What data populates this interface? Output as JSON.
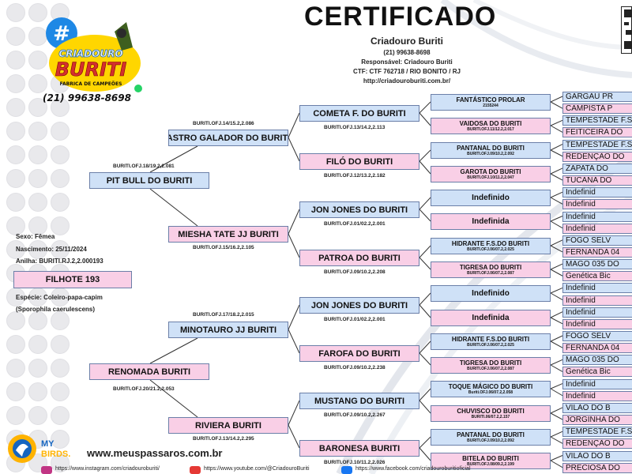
{
  "header": {
    "title": "CERTIFICADO",
    "breeder": "Criadouro Buriti",
    "phone": "(21) 99638-8698",
    "responsible": "Responsável: Criadouro Buriti",
    "ctf": "CTF: CTF 762718 / RIO BONITO / RJ",
    "url": "http://criadouroburiti.com.br/"
  },
  "logo": {
    "line1": "CRIADOURO",
    "line2": "BURITI",
    "line3": "FABRICA DE CAMPEÕES",
    "phone": "(21) 99638-8698",
    "hash": "#"
  },
  "bird": {
    "sex": "Sexo: Fêmea",
    "birth": "Nascimento: 25/11/2024",
    "ring": "Anilha: BURITI.RJ.2,2.000193",
    "name": "FILHOTE 193",
    "species": "Espécie: Coleiro-papa-capim",
    "scientific": "(Sporophila caerulescens)"
  },
  "gen1": [
    {
      "name": "PIT BULL DO BURITI",
      "reg": "BURITI.OFJ.18/19.2,2.081"
    },
    {
      "name": "RENOMADA BURITI",
      "reg": "BURITI.OFJ.20/21.2,2.053"
    }
  ],
  "gen2": [
    {
      "name": "ASTRO GALADOR DO BURITI",
      "reg": "BURITI.OFJ.14/15.2,2.086"
    },
    {
      "name": "MIESHA TATE JJ BURITI",
      "reg": "BURITI.OFJ.15/16.2,2.105"
    },
    {
      "name": "MINOTAURO JJ BURITI",
      "reg": "BURITI.OFJ.17/18.2,2.015"
    },
    {
      "name": "RIVIERA BURITI",
      "reg": "BURITI.OFJ.13/14.2,2.295"
    }
  ],
  "gen3": [
    {
      "name": "COMETA F. DO BURITI",
      "reg": "BURITI.OFJ.13/14.2,2.113"
    },
    {
      "name": "FILÓ DO BURITI",
      "reg": "BURITI.OFJ.12/13.2,2.182"
    },
    {
      "name": "JON JONES DO BURITI",
      "reg": "BURITI.OFJ.01/02.2,2.001"
    },
    {
      "name": "PATROA DO BURITI",
      "reg": "BURITI.OFJ.09/10.2,2.208"
    },
    {
      "name": "JON JONES DO BURITI",
      "reg": "BURITI.OFJ.01/02.2,2.001"
    },
    {
      "name": "FAROFA DO BURITI",
      "reg": "BURITI.OFJ.09/10.2,2.238"
    },
    {
      "name": "MUSTANG DO BURITI",
      "reg": "BURITI.OFJ.09/10.2,2.267"
    },
    {
      "name": "BARONESA BURITI",
      "reg": "BURITI.OFJ.10/11.2,2.026"
    }
  ],
  "gen4": [
    {
      "name": "FANTÁSTICO PROLAR",
      "reg": "2155244"
    },
    {
      "name": "VAIDOSA DO BURITI",
      "reg": "BURITI.OFJ.11/12.2,2.017"
    },
    {
      "name": "PANTANAL DO BURITI",
      "reg": "BURITI.OFJ.09/10.2,2.092"
    },
    {
      "name": "GAROTA DO BURITI",
      "reg": "BURITI.OFJ.10/11.2,2.047"
    },
    {
      "name": "Indefinido",
      "reg": ""
    },
    {
      "name": "Indefinida",
      "reg": ""
    },
    {
      "name": "HIDRANTE F.S.DO BURITI",
      "reg": "BURITI.OFJ.06/07.2,2.025"
    },
    {
      "name": "TIGRESA DO BURITI",
      "reg": "BURITI.OFJ.06/07.2,2.087"
    },
    {
      "name": "Indefinido",
      "reg": ""
    },
    {
      "name": "Indefinida",
      "reg": ""
    },
    {
      "name": "HIDRANTE F.S.DO BURITI",
      "reg": "BURITI.OFJ.06/07.2,2.025"
    },
    {
      "name": "TIGRESA DO BURITI",
      "reg": "BURITI.OFJ.06/07.2,2.087"
    },
    {
      "name": "TOQUE MÁGICO DO BURITI",
      "reg": "Buriti.OFJ.06/07.2,2.058"
    },
    {
      "name": "CHUVISCO DO BURITI",
      "reg": "BURITI.06/07.2,2.157"
    },
    {
      "name": "PANTANAL DO BURITI",
      "reg": "BURITI.OFJ.09/10.2,2.092"
    },
    {
      "name": "BITELA DO BURITI",
      "reg": "BURITI.OFJ.08/09.2,2.199"
    }
  ],
  "gen5": [
    "GARGAU PR",
    "CAMPISTA P",
    "TEMPESTADE F.S",
    "FEITICEIRA DO",
    "TEMPESTADE F.S",
    "REDENÇÃO DO",
    "ZAPATA DO",
    "TUCANA DO",
    "Indefinid",
    "Indefinid",
    "Indefinid",
    "Indefinid",
    "FOGO SELV",
    "FERNANDA 04",
    "MAGO 035 DO",
    "Genética Bic",
    "Indefinid",
    "Indefinid",
    "Indefinid",
    "Indefinid",
    "FOGO SELV",
    "FERNANDA 04",
    "MAGO 035 DO",
    "Genética Bic",
    "Indefinid",
    "Indefinid",
    "VILÃO DO B",
    "JORGINHA DO",
    "TEMPESTADE F.S",
    "REDENÇÃO DO",
    "VILÃO DO B",
    "PRECIOSA DO"
  ],
  "footer": {
    "brand_top": "MY",
    "brand_bottom": "BIRDS.",
    "site": "www.meuspassaros.com.br",
    "instagram": "https://www.instagram.com/criadouroburiti/",
    "youtube": "https://www.youtube.com/@CriadouroBuriti",
    "facebook": "https://www.facebook.com/criadouroburitioficial"
  },
  "colors": {
    "male_box": "#cfe1f7",
    "female_box": "#f9cfe6",
    "logo_blue": "#1e88e5",
    "logo_red": "#d32f2f",
    "logo_yellow": "#ffd600"
  }
}
